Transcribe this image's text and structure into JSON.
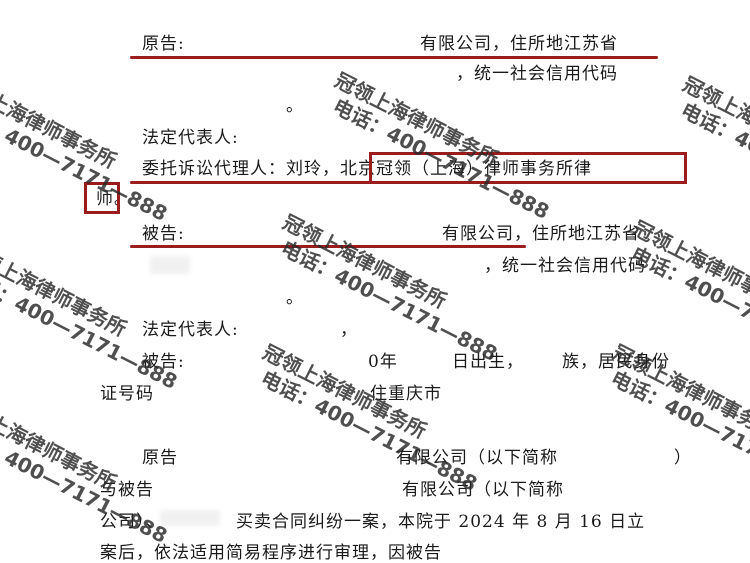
{
  "document": {
    "lines": [
      {
        "id": "plaintiff_label",
        "text": "原告:"
      },
      {
        "id": "plaintiff_company",
        "text": "有限公司，住所地江苏省"
      },
      {
        "id": "plaintiff_credit",
        "text": "，统一社会信用代码"
      },
      {
        "id": "plaintiff_dot",
        "text": "。"
      },
      {
        "id": "legal_rep_1",
        "text": "法定代表人:"
      },
      {
        "id": "agent",
        "text": "委托诉讼代理人：刘玲，北京冠领（上海）律师事务所律"
      },
      {
        "id": "agent_cont",
        "text": "师。"
      },
      {
        "id": "defendant_label",
        "text": "被告:"
      },
      {
        "id": "defendant_company",
        "text": "有限公司，住所地江苏省"
      },
      {
        "id": "defendant_credit",
        "text": "，统一社会信用代码"
      },
      {
        "id": "defendant_dot",
        "text": "。"
      },
      {
        "id": "legal_rep_2",
        "text": "法定代表人:"
      },
      {
        "id": "comma_2",
        "text": "，"
      },
      {
        "id": "defendant_person",
        "text": "被告:"
      },
      {
        "id": "birth",
        "text": "0年"
      },
      {
        "id": "birth_rest",
        "text": "日出生，"
      },
      {
        "id": "ethnic",
        "text": "族，居民身份"
      },
      {
        "id": "id_label",
        "text": "证号码"
      },
      {
        "id": "address",
        "text": "住重庆市"
      },
      {
        "id": "para_plaintiff",
        "text": "原告"
      },
      {
        "id": "para_company",
        "text": "有限公司（以下简称"
      },
      {
        "id": "para_close",
        "text": "）"
      },
      {
        "id": "para_with",
        "text": "与被告"
      },
      {
        "id": "para_company2",
        "text": "有限公司（以下简称"
      },
      {
        "id": "para_case",
        "text": "公司）、"
      },
      {
        "id": "para_case2",
        "text": "买卖合同纠纷一案，本院于 2024 年 8 月 16 日立"
      },
      {
        "id": "para_last",
        "text": "案后，依法适用简易程序进行审理，因被告"
      }
    ]
  },
  "watermark": {
    "line1": "冠领上海律师事务所",
    "line2": "电话：400—7171—888",
    "color": "#282828"
  },
  "highlight_color": "#9b1c1c"
}
